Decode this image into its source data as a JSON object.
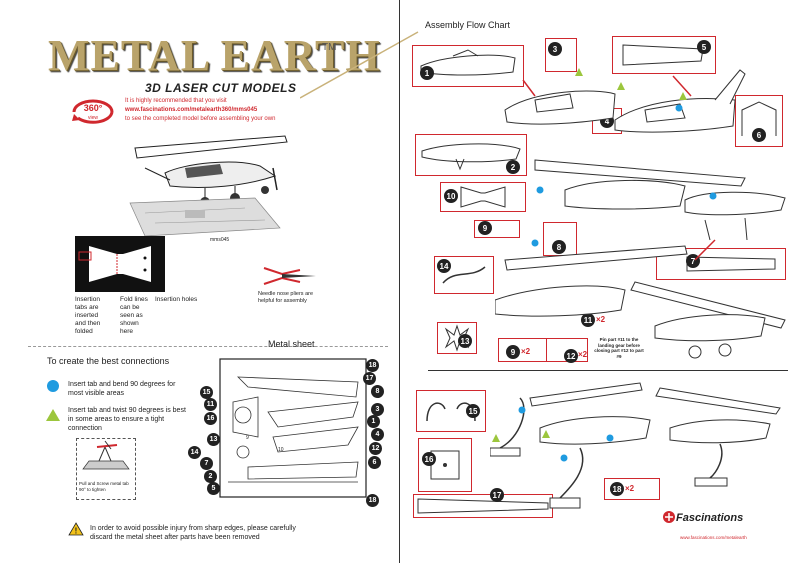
{
  "brand": {
    "name": "METAL EARTH",
    "tm": "TM",
    "subtitle": "3D LASER CUT MODELS"
  },
  "info": {
    "line1": "It is highly recommended that you visit",
    "url": "www.fascinations.com/metalearth360/mms045",
    "line3": "to see the completed model before assembling your own"
  },
  "badge": {
    "top": "360°",
    "bottom": "view"
  },
  "model_code": "mms045",
  "diagram_labels": {
    "insertion_tabs": "Insertion tabs are inserted and then folded",
    "fold_lines": "Fold lines can be seen as shown here",
    "insertion_holes": "Insertion holes",
    "pliers": "Needle nose pliers are helpful for assembly"
  },
  "connections": {
    "heading": "To create the best connections",
    "blue": "Insert tab and bend 90 degrees for most visible areas",
    "green": "Insert tab and twist 90 degrees is best in some areas to ensure a tight connection",
    "pull": "Pull and Screw metal tab 90° to tighten"
  },
  "metal_sheet": {
    "title": "Metal sheet",
    "left_numbers": [
      "15",
      "11",
      "16",
      "13",
      "14",
      "7",
      "2",
      "5"
    ],
    "right_numbers": [
      "18",
      "17",
      "8",
      "3",
      "1",
      "4",
      "12",
      "6",
      "18"
    ],
    "inner": [
      "9",
      "10"
    ]
  },
  "warning": {
    "line1": "In order to avoid possible injury from sharp edges, please carefully",
    "line2": "discard the metal sheet after parts have been removed"
  },
  "assembly": {
    "title": "Assembly Flow Chart",
    "steps": [
      "1",
      "2",
      "3",
      "4",
      "5",
      "6",
      "7",
      "8",
      "9",
      "10",
      "11",
      "12",
      "13",
      "14",
      "15",
      "16",
      "17",
      "18"
    ],
    "multipliers": {
      "eleven": "×2",
      "nine": "×2",
      "twelve": "×2",
      "eighteen": "×2"
    },
    "note": "Pin part #11 to the landing gear before closing part #12 to part #9"
  },
  "footer": {
    "brand": "Fascinations",
    "url": "www.fascinations.com/metalearth"
  },
  "colors": {
    "red": "#d0282e",
    "blue": "#1f9be0",
    "green": "#9cc63d",
    "gold": "#b9a36a"
  }
}
